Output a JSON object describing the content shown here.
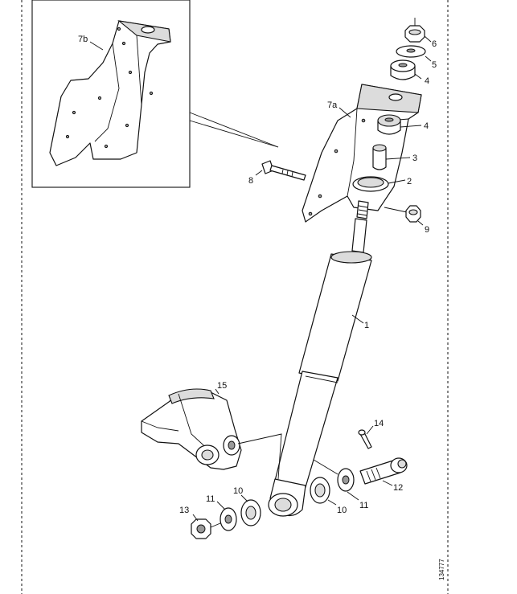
{
  "labels": {
    "l1": "1",
    "l2": "2",
    "l3": "3",
    "l4a": "4",
    "l4b": "4",
    "l5": "5",
    "l6": "6",
    "l7a": "7a",
    "l7b": "7b",
    "l8": "8",
    "l9": "9",
    "l10a": "10",
    "l10b": "10",
    "l11a": "11",
    "l11b": "11",
    "l12": "12",
    "l13": "13",
    "l14": "14",
    "l15": "15"
  },
  "drawing_number": "134777"
}
